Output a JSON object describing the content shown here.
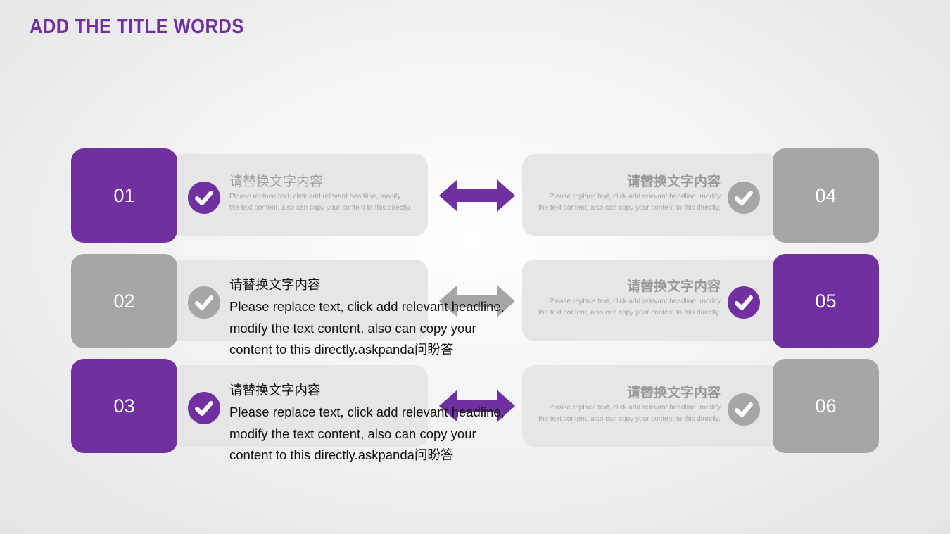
{
  "title": "ADD THE TITLE WORDS",
  "colors": {
    "accent": "#7030a0",
    "neutral": "#a6a6a6",
    "card": "#e6e6e6"
  },
  "items": [
    {
      "number": "01",
      "heading": "请替换文字内容",
      "body": "Please replace text, click add relevant headline, modify the text content, also can copy your content to this directly.",
      "icon": "check-icon",
      "state": "purple"
    },
    {
      "number": "02",
      "heading": "请替换文字内容",
      "body": "Please replace text, click add relevant headline, modify the text content, also can copy your content to this directly.askpanda问盼答",
      "icon": "check-icon",
      "state": "gray"
    },
    {
      "number": "03",
      "heading": "请替换文字内容",
      "body": "Please replace text, click add relevant headline, modify the text content, also can copy your content to this directly.askpanda问盼答",
      "icon": "check-icon",
      "state": "purple"
    },
    {
      "number": "04",
      "heading": "请替换文字内容",
      "body": "Please replace text, click add relevant headline, modify the text content, also can copy your content to this directly.",
      "icon": "check-icon",
      "state": "gray"
    },
    {
      "number": "05",
      "heading": "请替换文字内容",
      "body": "Please replace text, click add relevant headline, modify the text content, also can copy your content to this directly.",
      "icon": "check-icon",
      "state": "purple"
    },
    {
      "number": "06",
      "heading": "请替换文字内容",
      "body": "Please replace text, click add relevant headline, modify the text content, also can copy your content to this directly.",
      "icon": "check-icon",
      "state": "gray"
    }
  ],
  "arrows": [
    "double-arrow-icon",
    "double-arrow-icon",
    "double-arrow-icon"
  ]
}
